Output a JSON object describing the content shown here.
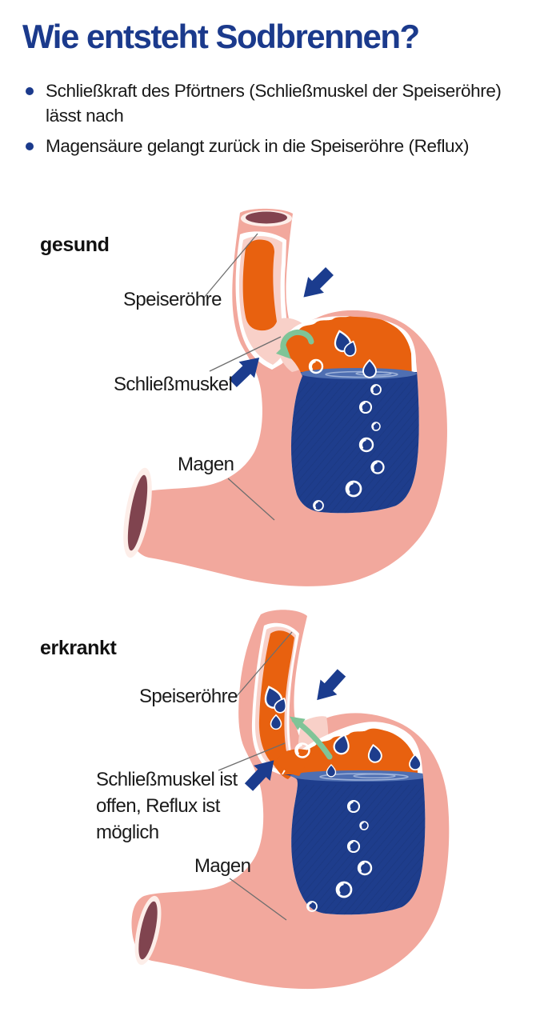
{
  "page": {
    "title": "Wie entsteht Sodbrennen?"
  },
  "bullets": [
    {
      "lines": [
        "Schließkraft des Pförtners (Schließmuskel der Speiseröhre)",
        "lässt nach"
      ]
    },
    {
      "lines": [
        "Magensäure gelangt zurück in die Speiseröhre (Reflux)"
      ]
    }
  ],
  "figures": [
    {
      "id": "gesund",
      "state_label": "gesund",
      "labels": {
        "esophagus": "Speiseröhre",
        "sphincter": "Schließmuskel",
        "stomach": "Magen"
      }
    },
    {
      "id": "erkrankt",
      "state_label": "erkrankt",
      "labels": {
        "esophagus": "Speiseröhre",
        "sphincter_lines": [
          "Schließmuskel ist",
          "offen, Reflux ist",
          "möglich"
        ],
        "stomach": "Magen"
      }
    }
  ],
  "colors": {
    "title_blue": "#1b3a8c",
    "stomach_wall_pink": "#f2a89d",
    "lumen_light_pink": "#f8d0c8",
    "food_orange": "#e8610f",
    "acid_dark_blue": "#1e3d8c",
    "acid_surface_blue": "#4f6fb2",
    "reflux_arrow_green": "#7fc497",
    "opening_maroon": "#83playable"
  }
}
